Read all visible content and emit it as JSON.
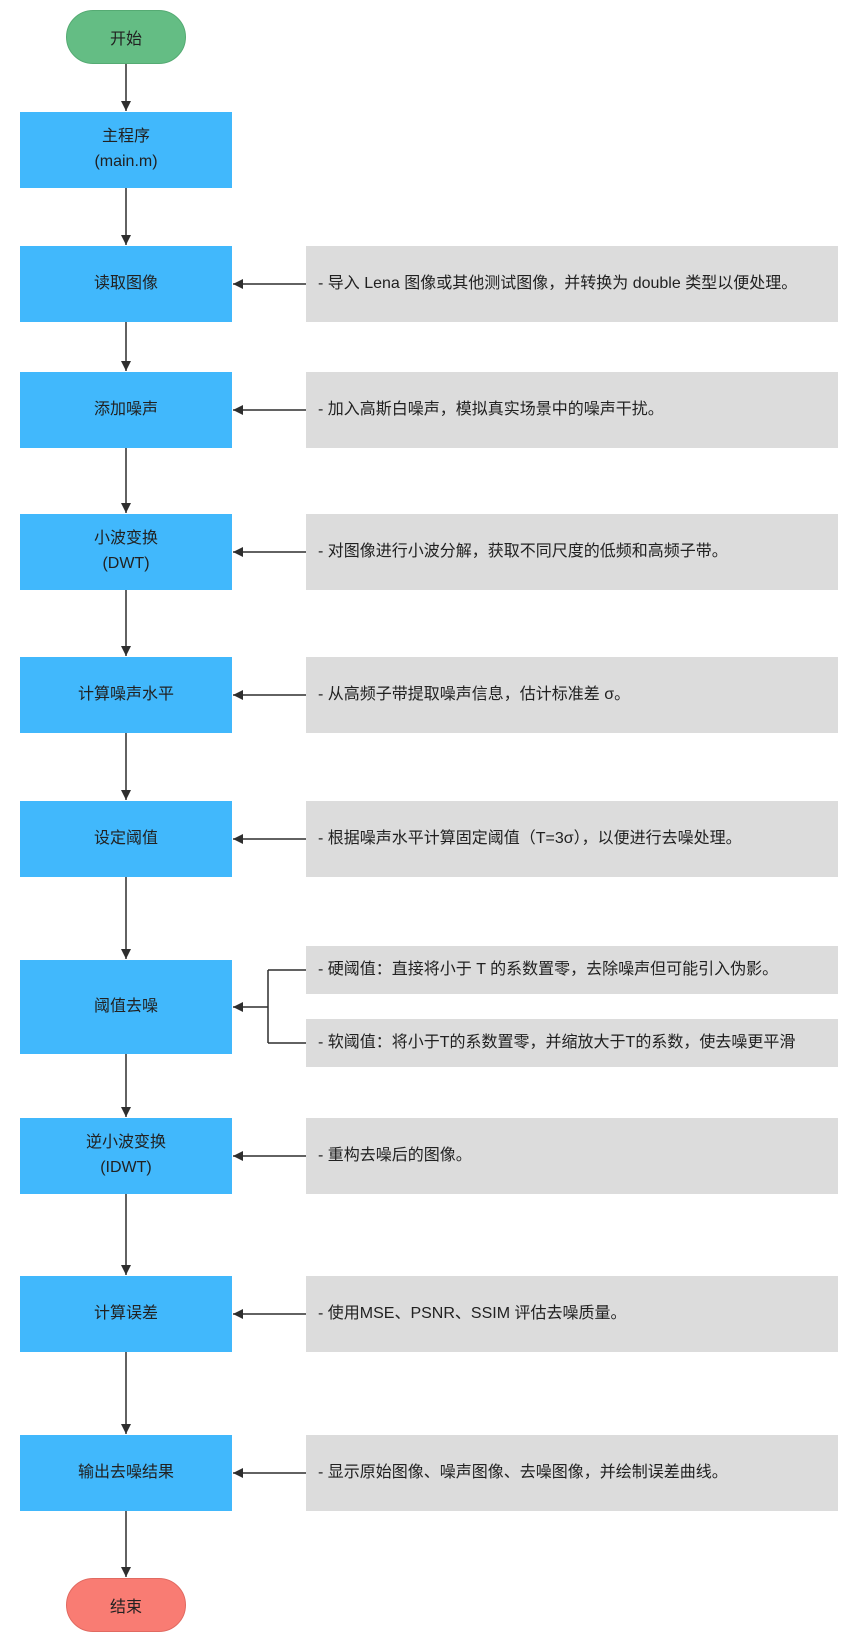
{
  "diagram": {
    "type": "flowchart",
    "direction": "top-down",
    "colors": {
      "start_fill": "#64bd84",
      "process_fill": "#41b8fc",
      "note_fill": "#dcdcdc",
      "end_fill": "#f97c73",
      "edge": "#2e2e2e",
      "text": "#212121"
    },
    "nodes": {
      "start": {
        "label": "开始",
        "shape": "stadium"
      },
      "main": {
        "label": "主程序\n(main.m)",
        "shape": "rect"
      },
      "read": {
        "label": "读取图像",
        "shape": "rect"
      },
      "noise": {
        "label": "添加噪声",
        "shape": "rect"
      },
      "dwt": {
        "label": "小波变换\n(DWT)",
        "shape": "rect"
      },
      "level": {
        "label": "计算噪声水平",
        "shape": "rect"
      },
      "threshold": {
        "label": "设定阈值",
        "shape": "rect"
      },
      "denoise": {
        "label": "阈值去噪",
        "shape": "rect"
      },
      "idwt": {
        "label": "逆小波变换\n(IDWT)",
        "shape": "rect"
      },
      "error": {
        "label": "计算误差",
        "shape": "rect"
      },
      "output": {
        "label": "输出去噪结果",
        "shape": "rect"
      },
      "end": {
        "label": "结束",
        "shape": "stadium"
      }
    },
    "notes": {
      "read": "- 导入 Lena 图像或其他测试图像，并转换为 double 类型以便处理。",
      "noise": "- 加入高斯白噪声，模拟真实场景中的噪声干扰。",
      "dwt": "- 对图像进行小波分解，获取不同尺度的低频和高频子带。",
      "level": "- 从高频子带提取噪声信息，估计标准差 σ。",
      "threshold": "- 根据噪声水平计算固定阈值（T=3σ），以便进行去噪处理。",
      "hard": "- 硬阈值：直接将小于 T 的系数置零，去除噪声但可能引入伪影。",
      "soft": "- 软阈值：将小于T的系数置零，并缩放大于T的系数，使去噪更平滑",
      "idwt": "- 重构去噪后的图像。",
      "error": "- 使用MSE、PSNR、SSIM 评估去噪质量。",
      "output": "- 显示原始图像、噪声图像、去噪图像，并绘制误差曲线。"
    }
  }
}
